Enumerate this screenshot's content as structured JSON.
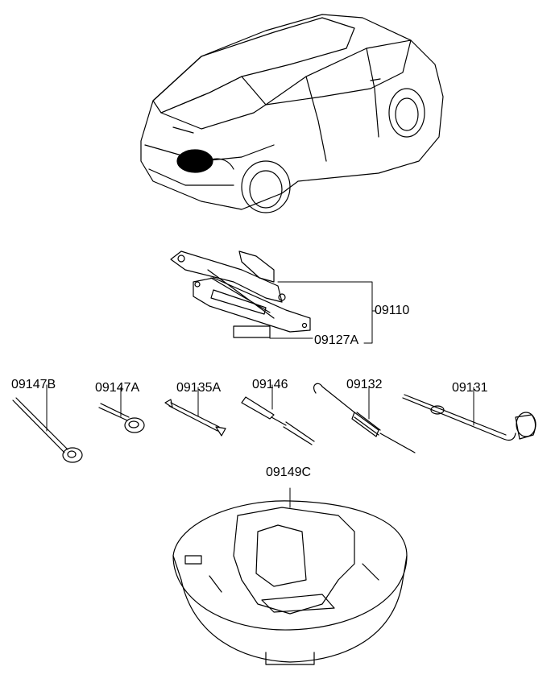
{
  "diagram": {
    "parts": [
      {
        "number": "09110"
      },
      {
        "number": "09127A"
      },
      {
        "number": "09147B"
      },
      {
        "number": "09147A"
      },
      {
        "number": "09135A"
      },
      {
        "number": "09146"
      },
      {
        "number": "09132"
      },
      {
        "number": "09131"
      },
      {
        "number": "09149C"
      }
    ]
  }
}
